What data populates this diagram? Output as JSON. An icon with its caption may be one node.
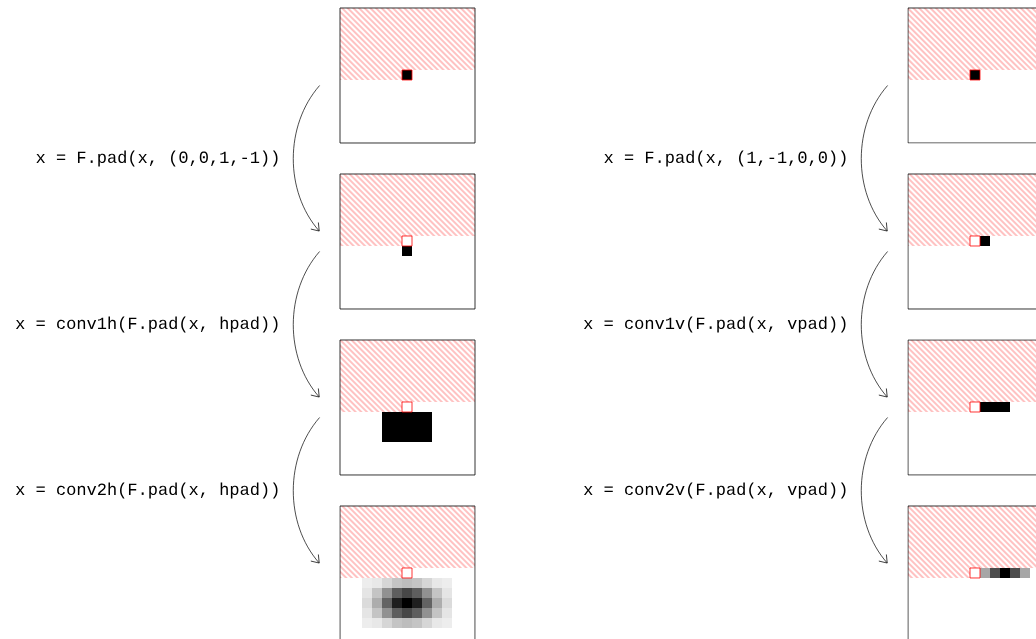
{
  "diagram": {
    "nodes": [
      {
        "text": [],
        "shape": "picture"
      },
      {
        "text": [],
        "shape": "picture"
      },
      {
        "text": [],
        "shape": "picture"
      },
      {
        "text": [],
        "shape": "picture"
      },
      {
        "text": [],
        "shape": "picture"
      },
      {
        "text": [],
        "shape": "picture"
      },
      {
        "text": [],
        "shape": "picture"
      },
      {
        "text": [],
        "shape": "picture"
      }
    ],
    "edges": [
      {
        "from": 0,
        "to": 1,
        "arrow": "to",
        "label": "x = F.pad(x, (0,0,1,-1))"
      },
      {
        "from": 1,
        "to": 2,
        "arrow": "to",
        "label": "x = conv1h(F.pad(x, hpad))"
      },
      {
        "from": 2,
        "to": 3,
        "arrow": "to",
        "label": "x = conv2h(F.pad(x, hpad))"
      },
      {
        "from": 4,
        "to": 5,
        "arrow": "to",
        "label": "x = F.pad(x, (1,-1,0,0))"
      },
      {
        "from": 5,
        "to": 6,
        "arrow": "to",
        "label": "x = conv1v(F.pad(x, vpad))"
      },
      {
        "from": 6,
        "to": 7,
        "arrow": "to",
        "label": "x = conv2v(F.pad(x, vpad))"
      }
    ]
  }
}
